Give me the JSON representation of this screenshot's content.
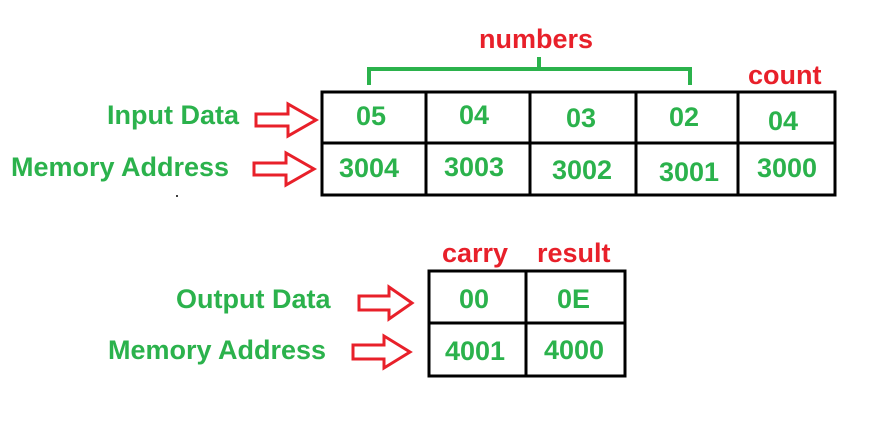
{
  "top": {
    "group_label": "numbers",
    "count_label": "count",
    "row_labels": [
      "Input Data",
      "Memory Address"
    ],
    "input_data": [
      "05",
      "04",
      "03",
      "02",
      "04"
    ],
    "memory_address": [
      "3004",
      "3003",
      "3002",
      "3001",
      "3000"
    ]
  },
  "bottom": {
    "col_labels": [
      "carry",
      "result"
    ],
    "row_labels": [
      "Output Data",
      "Memory Address"
    ],
    "output_data": [
      "00",
      "0E"
    ],
    "memory_address": [
      "4001",
      "4000"
    ]
  },
  "colors": {
    "label_green": "#2bb24c",
    "label_red": "#e8202a",
    "grid": "#000000",
    "arrow_fill": "#ffffff",
    "arrow_stroke": "#e8202a"
  }
}
